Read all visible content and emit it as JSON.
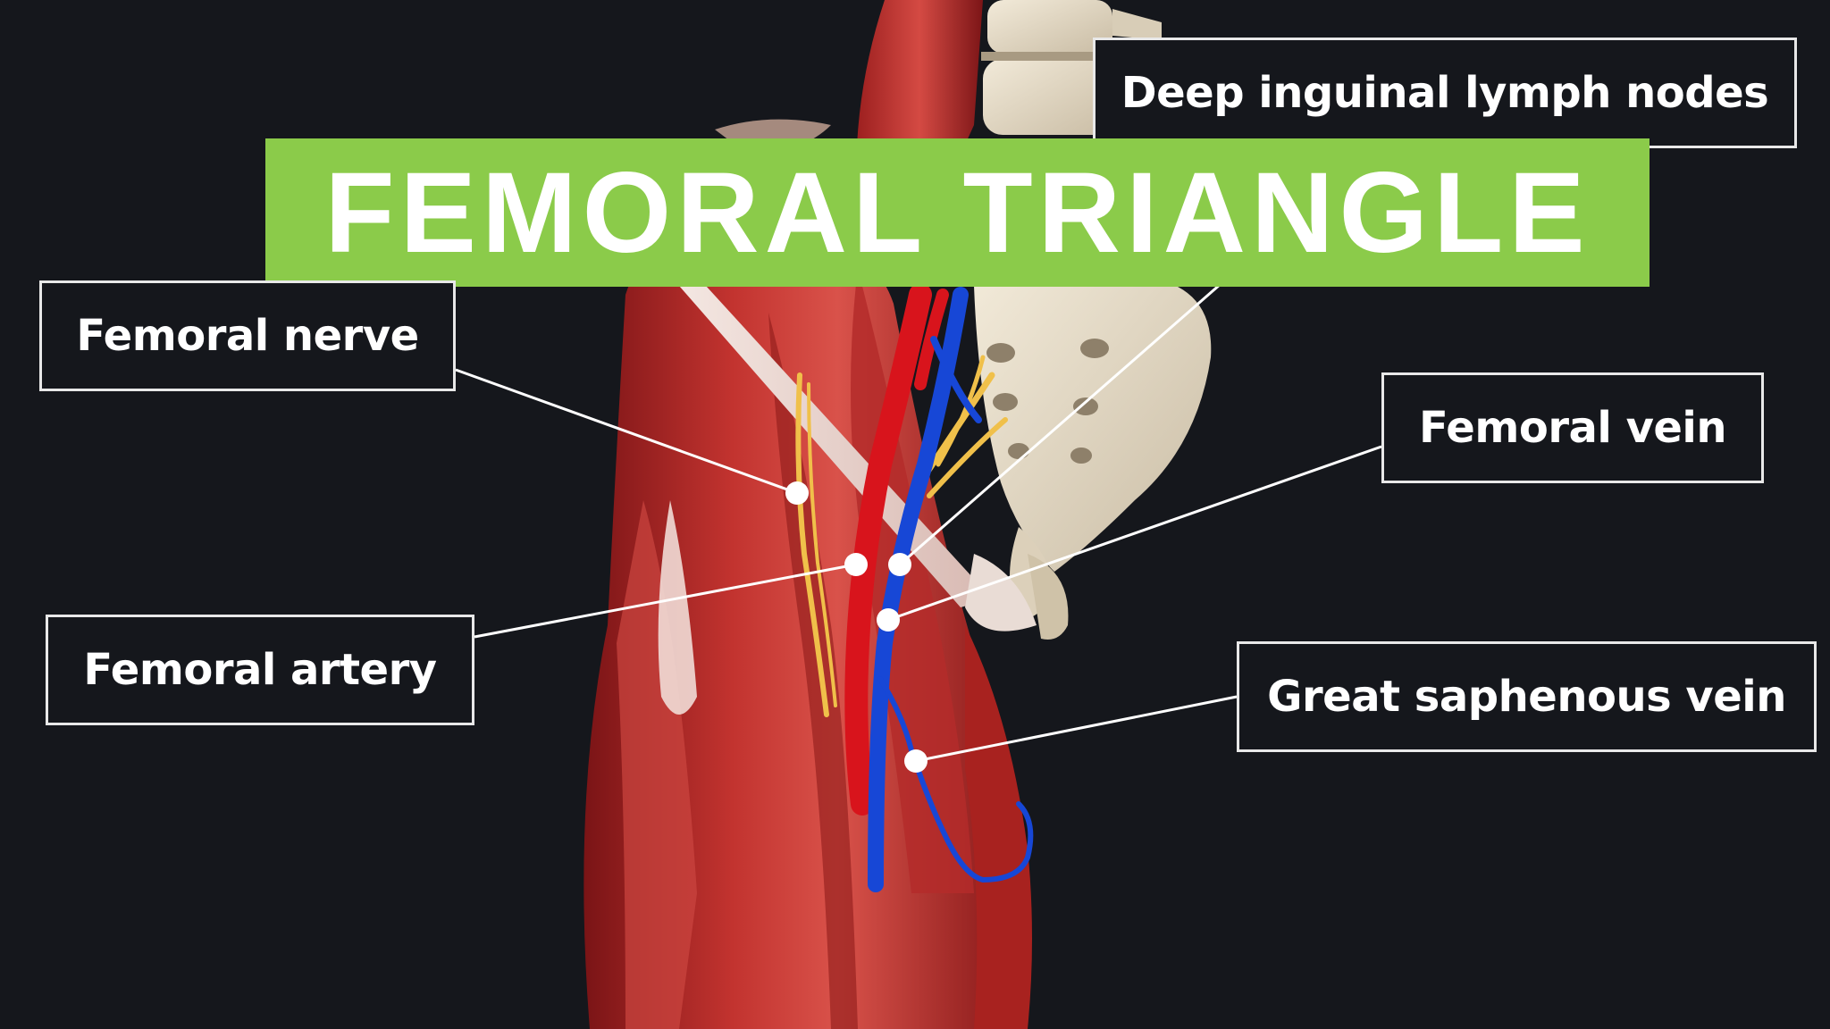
{
  "title": "FEMORAL TRIANGLE",
  "labels": {
    "deep_inguinal_lymph_nodes": "Deep inguinal lymph nodes",
    "femoral_nerve": "Femoral nerve",
    "femoral_vein": "Femoral vein",
    "femoral_artery": "Femoral artery",
    "great_saphenous_vein": "Great saphenous vein"
  },
  "colors": {
    "background": "#15171c",
    "banner": "#8bcb4a",
    "muscle": "#b8282a",
    "bone": "#e6dccb",
    "artery": "#d8141c",
    "vein": "#1747d6",
    "nerve": "#f0c04a",
    "leader": "#ffffff"
  }
}
